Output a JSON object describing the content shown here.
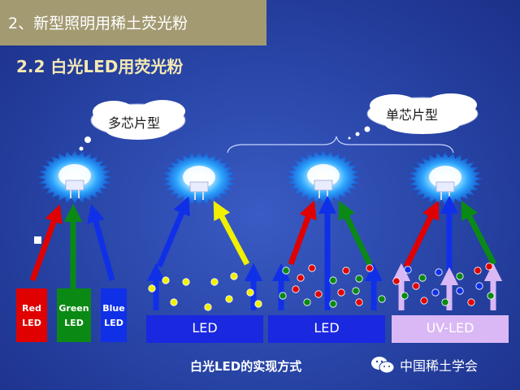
{
  "header": {
    "section_title": "2、新型照明用稀土荧光粉"
  },
  "subtitle": "2.2 白光LED用荧光粉",
  "clouds": {
    "multi_chip": "多芯片型",
    "single_chip": "单芯片型"
  },
  "rgb_leds": [
    {
      "label_top": "Red",
      "label_bottom": "LED",
      "color": "#e00000"
    },
    {
      "label_top": "Green",
      "label_bottom": "LED",
      "color": "#0a8a14"
    },
    {
      "label_top": "Blue",
      "label_bottom": "LED",
      "color": "#1030e8"
    }
  ],
  "bases": [
    {
      "label": "LED",
      "color": "#1a28e0"
    },
    {
      "label": "LED",
      "color": "#1a28e0"
    },
    {
      "label": "UV-LED",
      "color": "#d9b8f5"
    }
  ],
  "caption": "白光LED的实现方式",
  "brand": "中国稀土学会",
  "colors": {
    "red": "#e00000",
    "green": "#0a8a14",
    "blue": "#1030e8",
    "yellow": "#f0f000",
    "violet": "#d9b8f5"
  }
}
